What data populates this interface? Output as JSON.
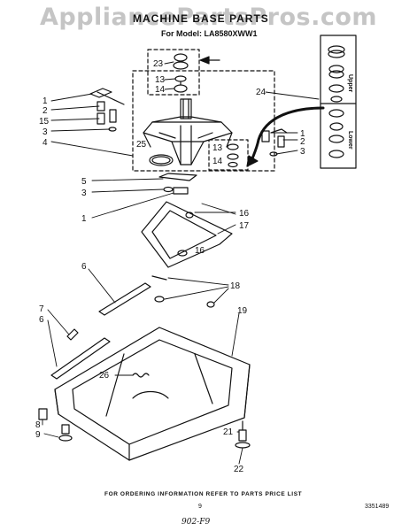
{
  "watermark": "AppliancePartsPros.com",
  "header": {
    "title": "MACHINE BASE PARTS",
    "model": "For Model: LA8580XWW1"
  },
  "inset": {
    "upper_label": "Upper",
    "lower_label": "Lower"
  },
  "callouts": [
    "1",
    "2",
    "15",
    "3",
    "4",
    "25",
    "23",
    "13",
    "14",
    "24",
    "13",
    "14",
    "1",
    "2",
    "3",
    "5",
    "3",
    "1",
    "16",
    "17",
    "16",
    "6",
    "18",
    "7",
    "6",
    "19",
    "26",
    "8",
    "9",
    "21",
    "22"
  ],
  "footer": {
    "note": "FOR ORDERING INFORMATION REFER TO PARTS PRICE LIST",
    "page_number": "9",
    "doc_number": "3351489",
    "handwritten": "902-F9"
  }
}
